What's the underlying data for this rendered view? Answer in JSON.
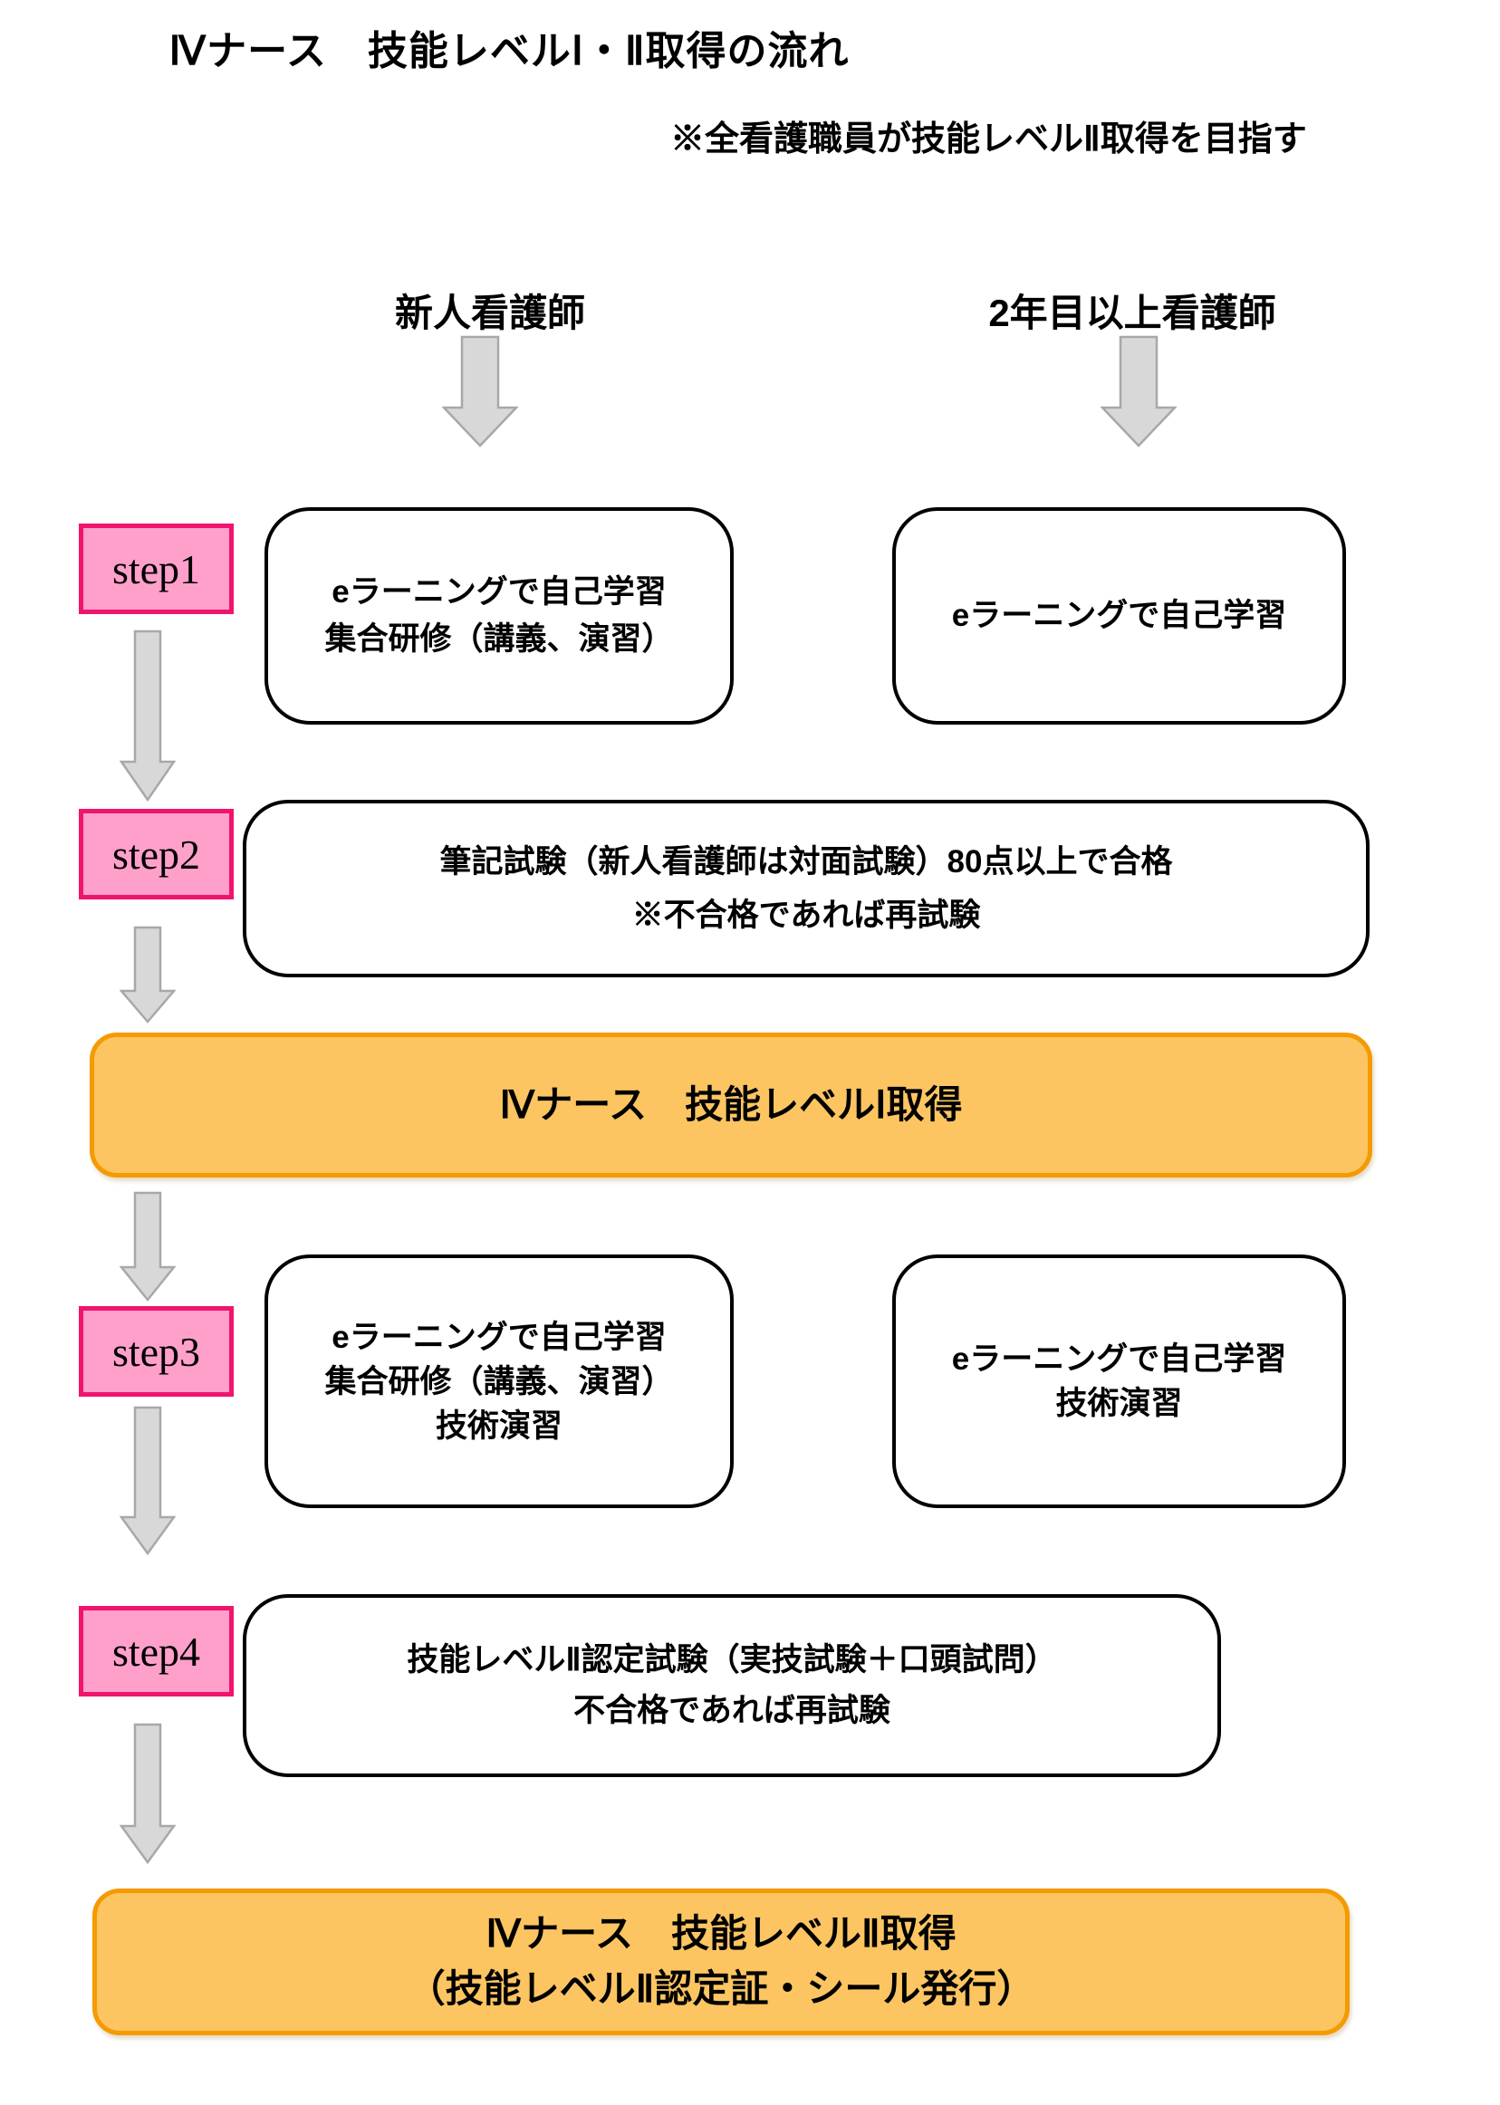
{
  "title": "Ⅳナース　技能レベルⅠ・Ⅱ取得の流れ",
  "subtitle": "※全看護職員が技能レベルⅡ取得を目指す",
  "columns": {
    "left_header": "新人看護師",
    "right_header": "2年目以上看護師"
  },
  "step_labels": {
    "step1": "step1",
    "step2": "step2",
    "step3": "step3",
    "step4": "step4"
  },
  "boxes": {
    "step1_left": {
      "line1": "eラーニングで自己学習",
      "line2": "集合研修（講義、演習）"
    },
    "step1_right": {
      "line1": "eラーニングで自己学習"
    },
    "step2_wide": {
      "line1": "筆記試験（新人看護師は対面試験）80点以上で合格",
      "line2": "※不合格であれば再試験"
    },
    "level1_band": {
      "line1": "Ⅳナース　技能レベルⅠ取得"
    },
    "step3_left": {
      "line1": "eラーニングで自己学習",
      "line2": "集合研修（講義、演習）",
      "line3": "技術演習"
    },
    "step3_right": {
      "line1": "eラーニングで自己学習",
      "line2": "技術演習"
    },
    "step4_wide": {
      "line1": "技能レベルⅡ認定試験（実技試験＋口頭試問）",
      "line2": "不合格であれば再試験"
    },
    "level2_band": {
      "line1": "Ⅳナース　技能レベルⅡ取得",
      "line2": "（技能レベルⅡ認定証・シール発行）"
    }
  },
  "colors": {
    "page_bg": "#FFFFFF",
    "text": "#000000",
    "step_box_fill": "#FFA0CB",
    "step_box_border": "#F0146C",
    "band_fill": "#FCC561",
    "band_border": "#F59A00",
    "arrow_fill": "#D8D8D8",
    "arrow_stroke": "#A8A8A8",
    "box_border": "#000000"
  }
}
